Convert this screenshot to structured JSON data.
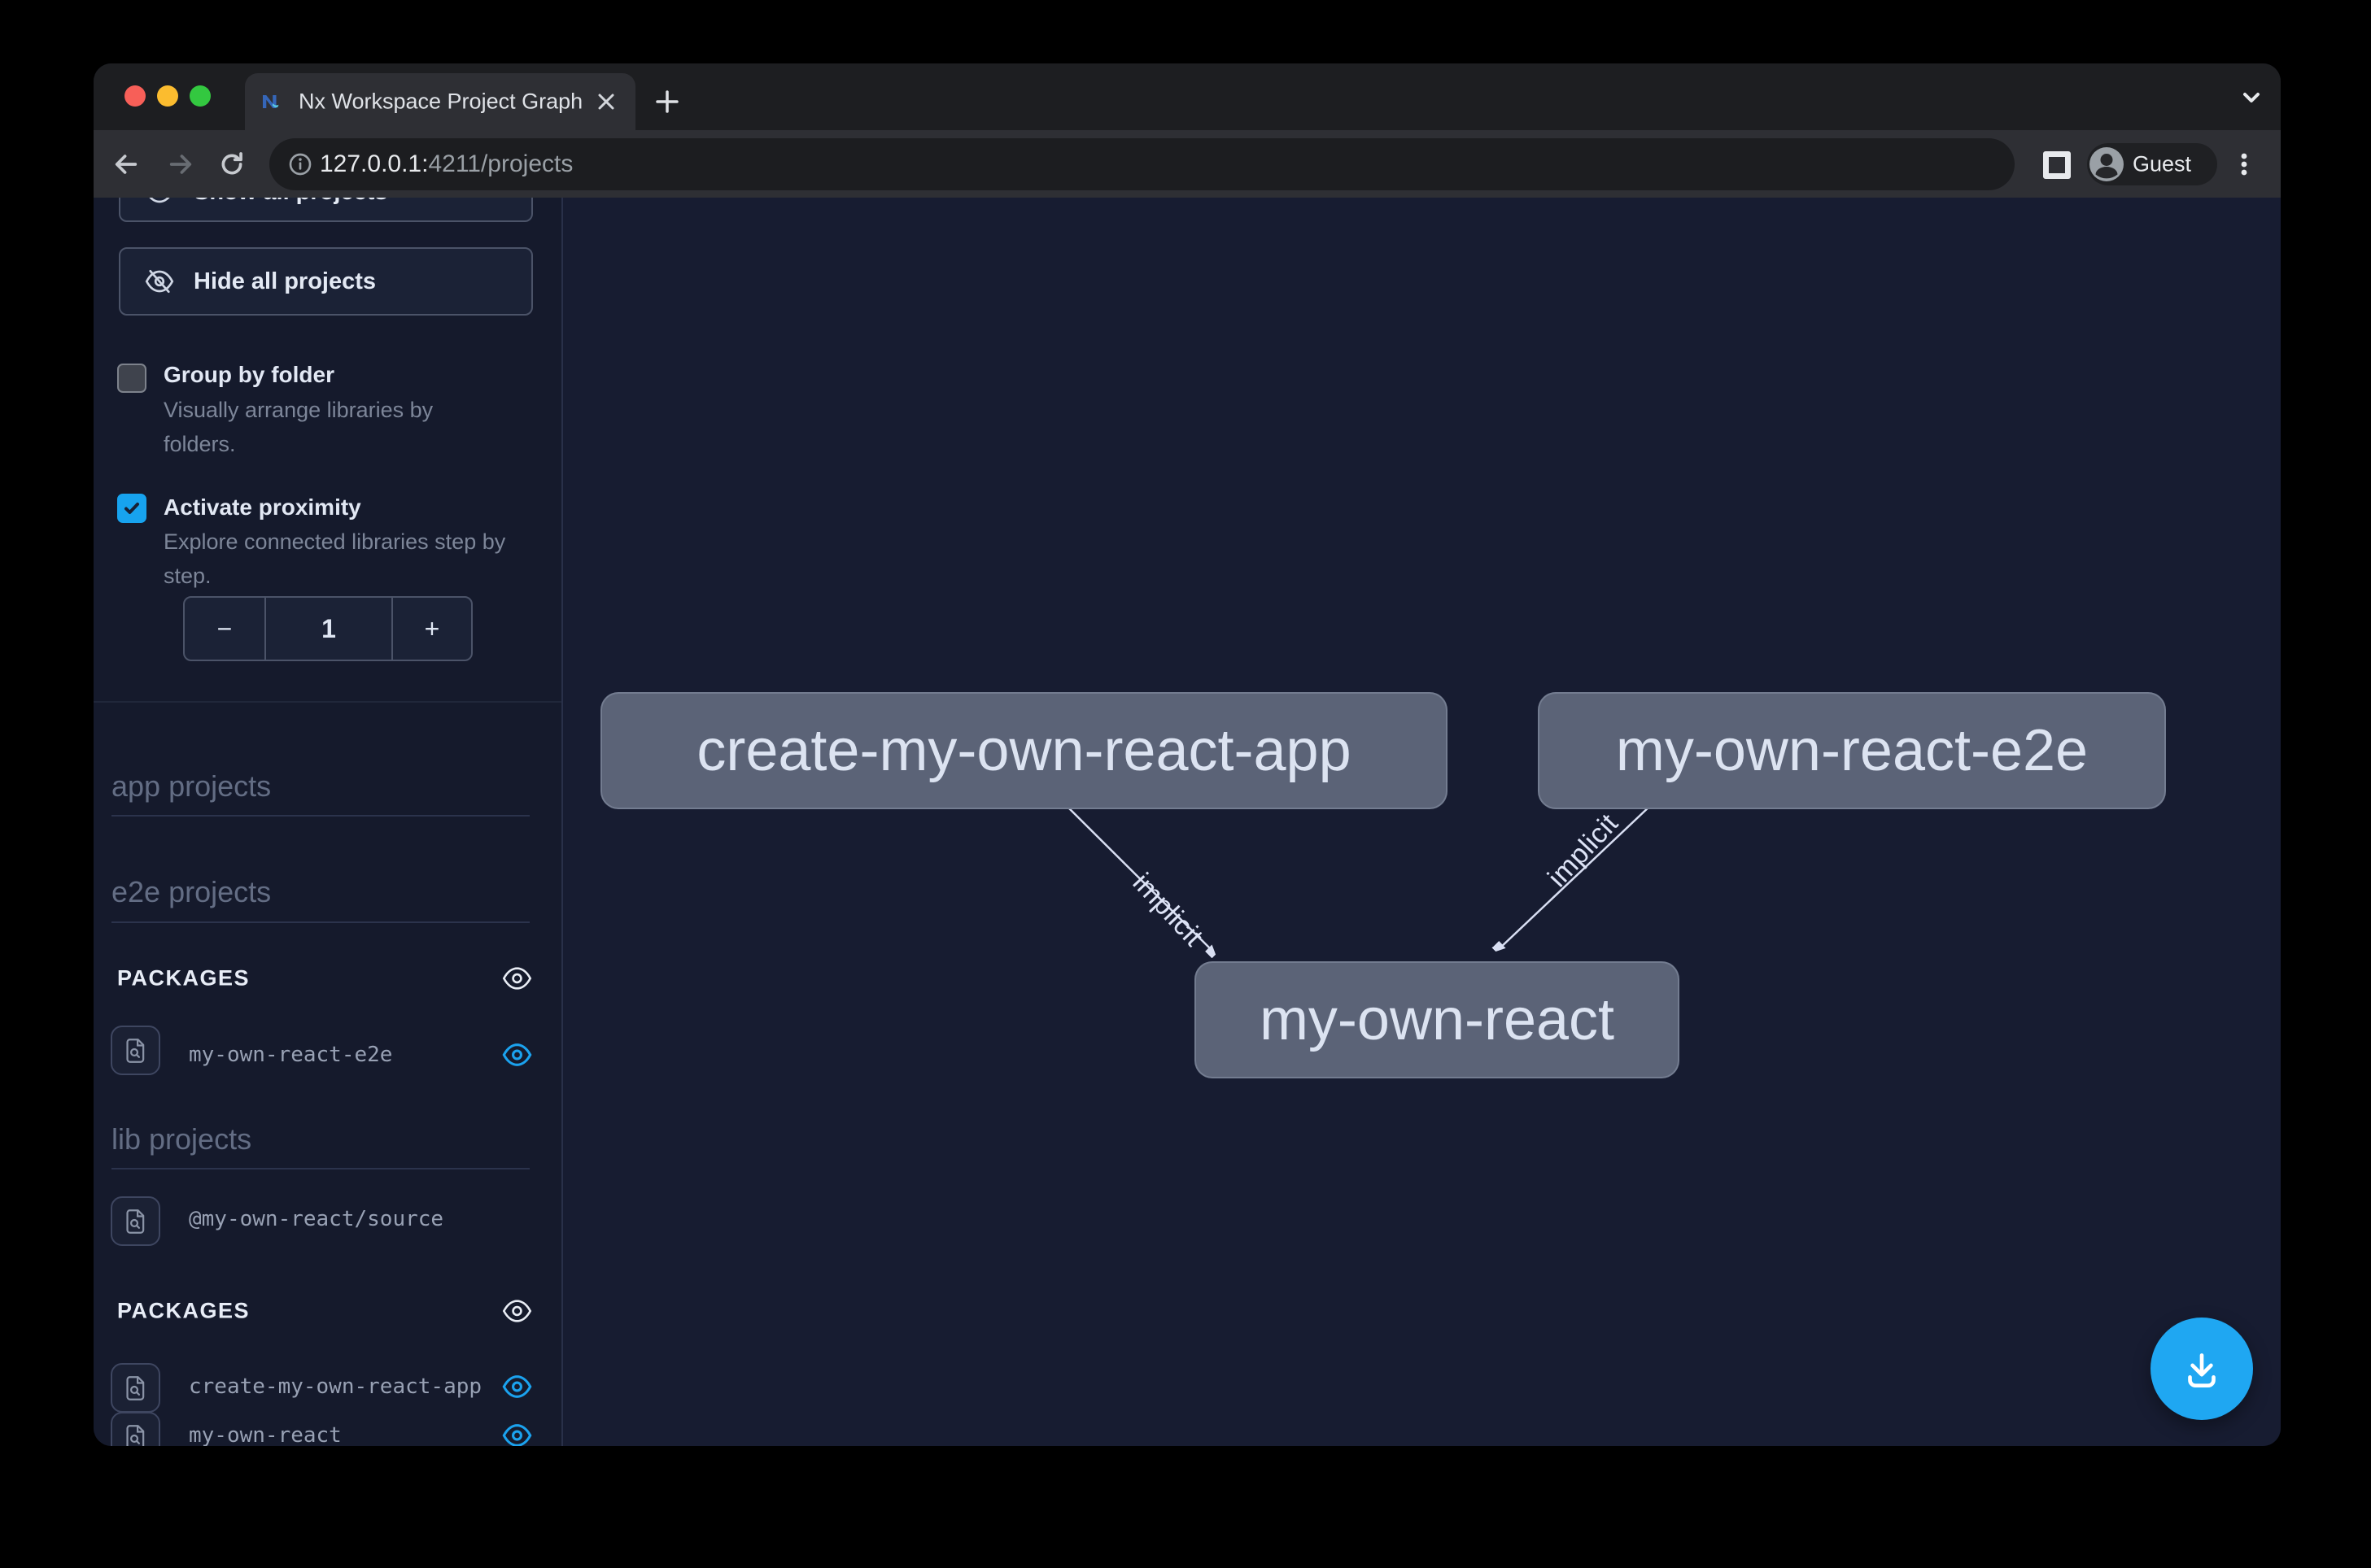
{
  "browser": {
    "tab_title": "Nx Workspace Project Graph",
    "url": {
      "host": "127.0.0.1:",
      "path": "4211/projects"
    },
    "profile_label": "Guest"
  },
  "sidebar": {
    "show_all_button": "Show all projects",
    "hide_all_button": "Hide all projects",
    "options": {
      "group_by_folder": {
        "label": "Group by folder",
        "description_lines": [
          "Visually arrange libraries by",
          "folders."
        ],
        "checked": false
      },
      "activate_proximity": {
        "label": "Activate proximity",
        "description_lines": [
          "Explore connected libraries step by",
          "step."
        ],
        "checked": true
      }
    },
    "proximity_stepper": {
      "decrement": "−",
      "value": "1",
      "increment": "+"
    },
    "headers": {
      "app": "app projects",
      "e2e": "e2e projects",
      "lib": "lib projects"
    },
    "packages_label": "PACKAGES",
    "e2e_packages": [
      {
        "name": "my-own-react-e2e"
      }
    ],
    "lib_items": [
      {
        "name": "@my-own-react/source"
      }
    ],
    "lib_packages": [
      {
        "name": "create-my-own-react-app"
      },
      {
        "name": "my-own-react"
      }
    ]
  },
  "graph": {
    "nodes": [
      {
        "id": "create-my-own-react-app",
        "label": "create-my-own-react-app"
      },
      {
        "id": "my-own-react-e2e",
        "label": "my-own-react-e2e"
      },
      {
        "id": "my-own-react",
        "label": "my-own-react"
      }
    ],
    "edges": [
      {
        "source": "create-my-own-react-app",
        "target": "my-own-react",
        "label": "implicit"
      },
      {
        "source": "my-own-react-e2e",
        "target": "my-own-react",
        "label": "implicit"
      }
    ]
  },
  "icons": {
    "traffic_lights": [
      "close-red",
      "minimize-yellow",
      "zoom-green"
    ],
    "toolbar": [
      "back-arrow",
      "forward-arrow",
      "reload",
      "info-circle",
      "side-panel",
      "avatar",
      "kebab-menu"
    ],
    "sidebar": [
      "eye",
      "eye-off",
      "file-search",
      "checkbox-check"
    ],
    "fab": "download"
  },
  "colors": {
    "accent_blue": "#1ba2ee",
    "fab_blue": "#1fa7f2",
    "node_fill": "#5b6377",
    "edge": "#d8def2",
    "sidebar_bg": "#151a2c",
    "graph_bg": "#171c31",
    "chrome_bg": "#2e2f34"
  }
}
